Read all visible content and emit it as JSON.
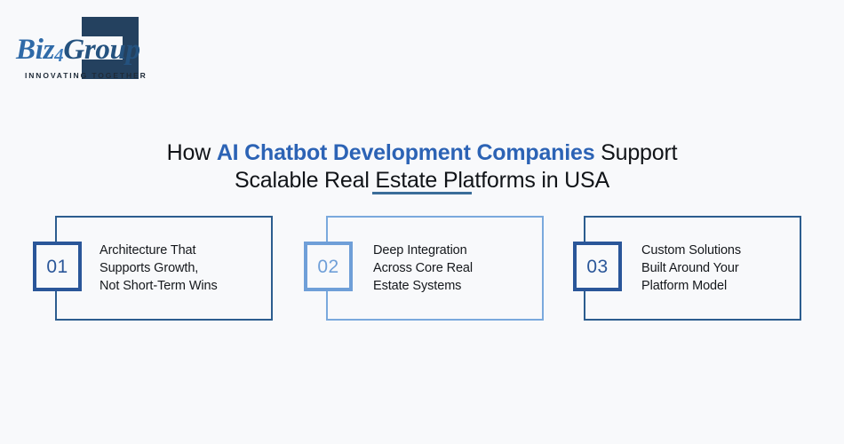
{
  "brand": {
    "name_prefix": "Biz",
    "name_four": "4",
    "name_suffix": "Group",
    "tagline": "INNOVATING TOGETHER",
    "mark_name": "biz4group-logo-mark",
    "mark_color": "#24415f"
  },
  "headline": {
    "line1_pre": "How ",
    "line1_accent": "AI Chatbot Development Companies",
    "line1_post": " Support",
    "line2": "Scalable Real Estate Platforms in USA",
    "accent_color": "#2c63b5",
    "text_color": "#111418"
  },
  "divider": {
    "color": "#3b6d99"
  },
  "cards": [
    {
      "number": "01",
      "line1": "Architecture That",
      "line2": "Supports Growth,",
      "line3": "Not Short-Term Wins",
      "border_color": "#2c5d8f",
      "badge_color": "#2a5699"
    },
    {
      "number": "02",
      "line1": "Deep Integration",
      "line2": "Across Core Real",
      "line3": "Estate Systems",
      "border_color": "#7aa9dd",
      "badge_color": "#6f9fd8"
    },
    {
      "number": "03",
      "line1": "Custom Solutions",
      "line2": "Built Around Your",
      "line3": "Platform Model",
      "border_color": "#2c5d8f",
      "badge_color": "#2a5699"
    }
  ],
  "background_color": "#f8f9fb"
}
